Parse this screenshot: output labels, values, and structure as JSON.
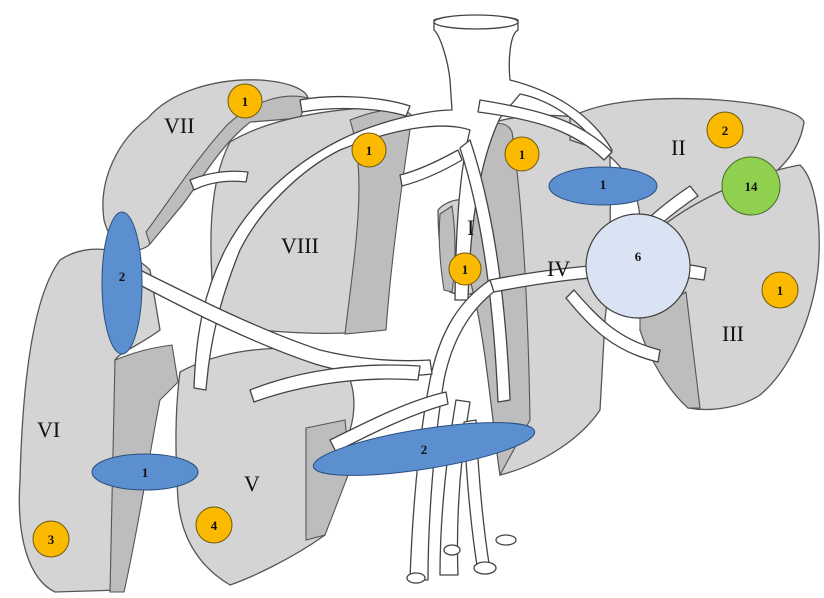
{
  "segments": {
    "I": "I",
    "II": "II",
    "III": "III",
    "IV": "IV",
    "V": "V",
    "VI": "VI",
    "VII": "VII",
    "VIII": "VIII"
  },
  "markers": {
    "vii": "1",
    "viii": "1",
    "iv_top": "1",
    "caudate": "1",
    "ii": "2",
    "iii": "1",
    "vi": "3",
    "v": "4",
    "green": "14",
    "large": "6",
    "ellipse_left": "2",
    "ellipse_bottom": "1",
    "ellipse_center": "2",
    "ellipse_right": "1"
  },
  "colors": {
    "segment_fill": "#d4d4d4",
    "orange_marker": "#fbb900",
    "blue_marker": "#5b8fcf",
    "green_marker": "#8fd14f",
    "large_marker": "#dae3f3"
  }
}
